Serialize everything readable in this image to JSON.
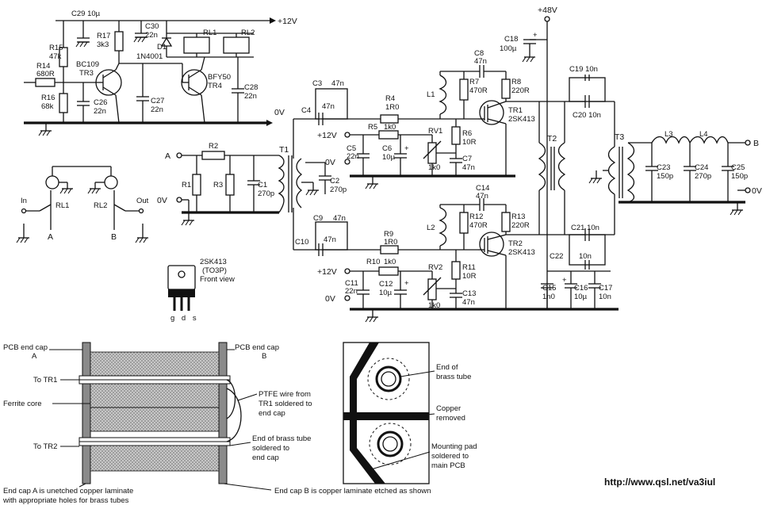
{
  "supply": {
    "v12_top": "+12V",
    "v48": "+48V",
    "v0": "0V",
    "v12": "+12V"
  },
  "ports": {
    "A": "A",
    "B": "B",
    "in": "In",
    "out": "Out",
    "zero": "0V"
  },
  "control": {
    "C29": "C29 10µ",
    "R15": "R15",
    "R15v": "47k",
    "R17": "R17",
    "R17v": "3k3",
    "C30": "C30",
    "C30v": "22n",
    "RL1": "RL1",
    "RL2": "RL2",
    "D1": "D1",
    "D1v": "1N4001",
    "R14": "R14",
    "R14v": "680R",
    "TR3a": "BC109",
    "TR3b": "TR3",
    "TR4a": "BFY50",
    "TR4b": "TR4",
    "R16": "R16",
    "R16v": "68k",
    "C26": "C26",
    "C26v": "22n",
    "C27": "C27",
    "C27v": "22n",
    "C28": "C28",
    "C28v": "22n"
  },
  "input": {
    "R2": "R2",
    "R1": "R1",
    "R3": "R3",
    "C1": "C1",
    "C1v": "270p",
    "T1": "T1",
    "C2": "C2",
    "C2v": "270p",
    "C3": "C3",
    "C3v": "47n",
    "C3b": "47n",
    "C4": "C4",
    "C9": "C9",
    "C9v": "47n",
    "C9b": "47n",
    "C10": "C10"
  },
  "stage1": {
    "R4": "R4",
    "R4v": "1R0",
    "R5": "R5",
    "R5v": "1k0",
    "RV1": "RV1",
    "RV1v": "1k0",
    "C5": "C5",
    "C5v": "22n",
    "C6": "C6",
    "C6v": "10µ",
    "C7": "C7",
    "C7v": "47n",
    "R6": "R6",
    "R6v": "10R",
    "L1": "L1",
    "R7": "R7",
    "R7v": "470R",
    "C8": "C8",
    "C8v": "47n",
    "R8": "R8",
    "R8v": "220R",
    "TR1": "TR1",
    "TR1v": "2SK413"
  },
  "stage2": {
    "R9": "R9",
    "R9v": "1R0",
    "R10": "R10",
    "R10v": "1k0",
    "RV2": "RV2",
    "RV2v": "1k0",
    "C11": "C11",
    "C11v": "22n",
    "C12": "C12",
    "C12v": "10µ",
    "C13": "C13",
    "C13v": "47n",
    "R11": "R11",
    "R11v": "10R",
    "L2": "L2",
    "R12": "R12",
    "R12v": "470R",
    "C14": "C14",
    "C14v": "47n",
    "R13": "R13",
    "R13v": "220R",
    "TR2": "TR2",
    "TR2v": "2SK413"
  },
  "output": {
    "C18": "C18",
    "C18v": "100µ",
    "C19": "C19 10n",
    "C20": "C20 10n",
    "T2": "T2",
    "T3": "T3",
    "L3": "L3",
    "L4": "L4",
    "C23": "C23",
    "C23v": "150p",
    "C24": "C24",
    "C24v": "270p",
    "C25": "C25",
    "C25v": "150p",
    "C21": "C21 10n",
    "C22": "C22",
    "C22v": "10n",
    "C15": "C15",
    "C15v": "1n0",
    "C16": "C16",
    "C16v": "10µ",
    "C17": "C17",
    "C17v": "10n"
  },
  "relays": {
    "RL1": "RL1",
    "RL2": "RL2",
    "A": "A",
    "B": "B"
  },
  "package": {
    "name": "2SK413",
    "case": "(TO3P)",
    "view": "Front view",
    "pins": "g d s"
  },
  "construction": {
    "capA": "PCB end cap",
    "capA2": "A",
    "capB": "PCB end cap",
    "capB2": "B",
    "toTR1": "To TR1",
    "ferrite": "Ferrite core",
    "toTR2": "To TR2",
    "ptfe1": "PTFE wire from",
    "ptfe2": "TR1 soldered to",
    "ptfe3": "end cap",
    "brass1": "End of brass tube",
    "brass2": "soldered to",
    "brass3": "end cap",
    "noteA1": "End cap A is unetched copper laminate",
    "noteA2": "with appropriate holes for brass tubes",
    "noteB": "End cap B is copper laminate  etched as shown",
    "endTube1": "End of",
    "endTube2": "brass tube",
    "copper1": "Copper",
    "copper2": "removed",
    "mount1": "Mounting pad",
    "mount2": "soldered to",
    "mount3": "main PCB"
  },
  "url": "http://www.qsl.net/va3iul"
}
